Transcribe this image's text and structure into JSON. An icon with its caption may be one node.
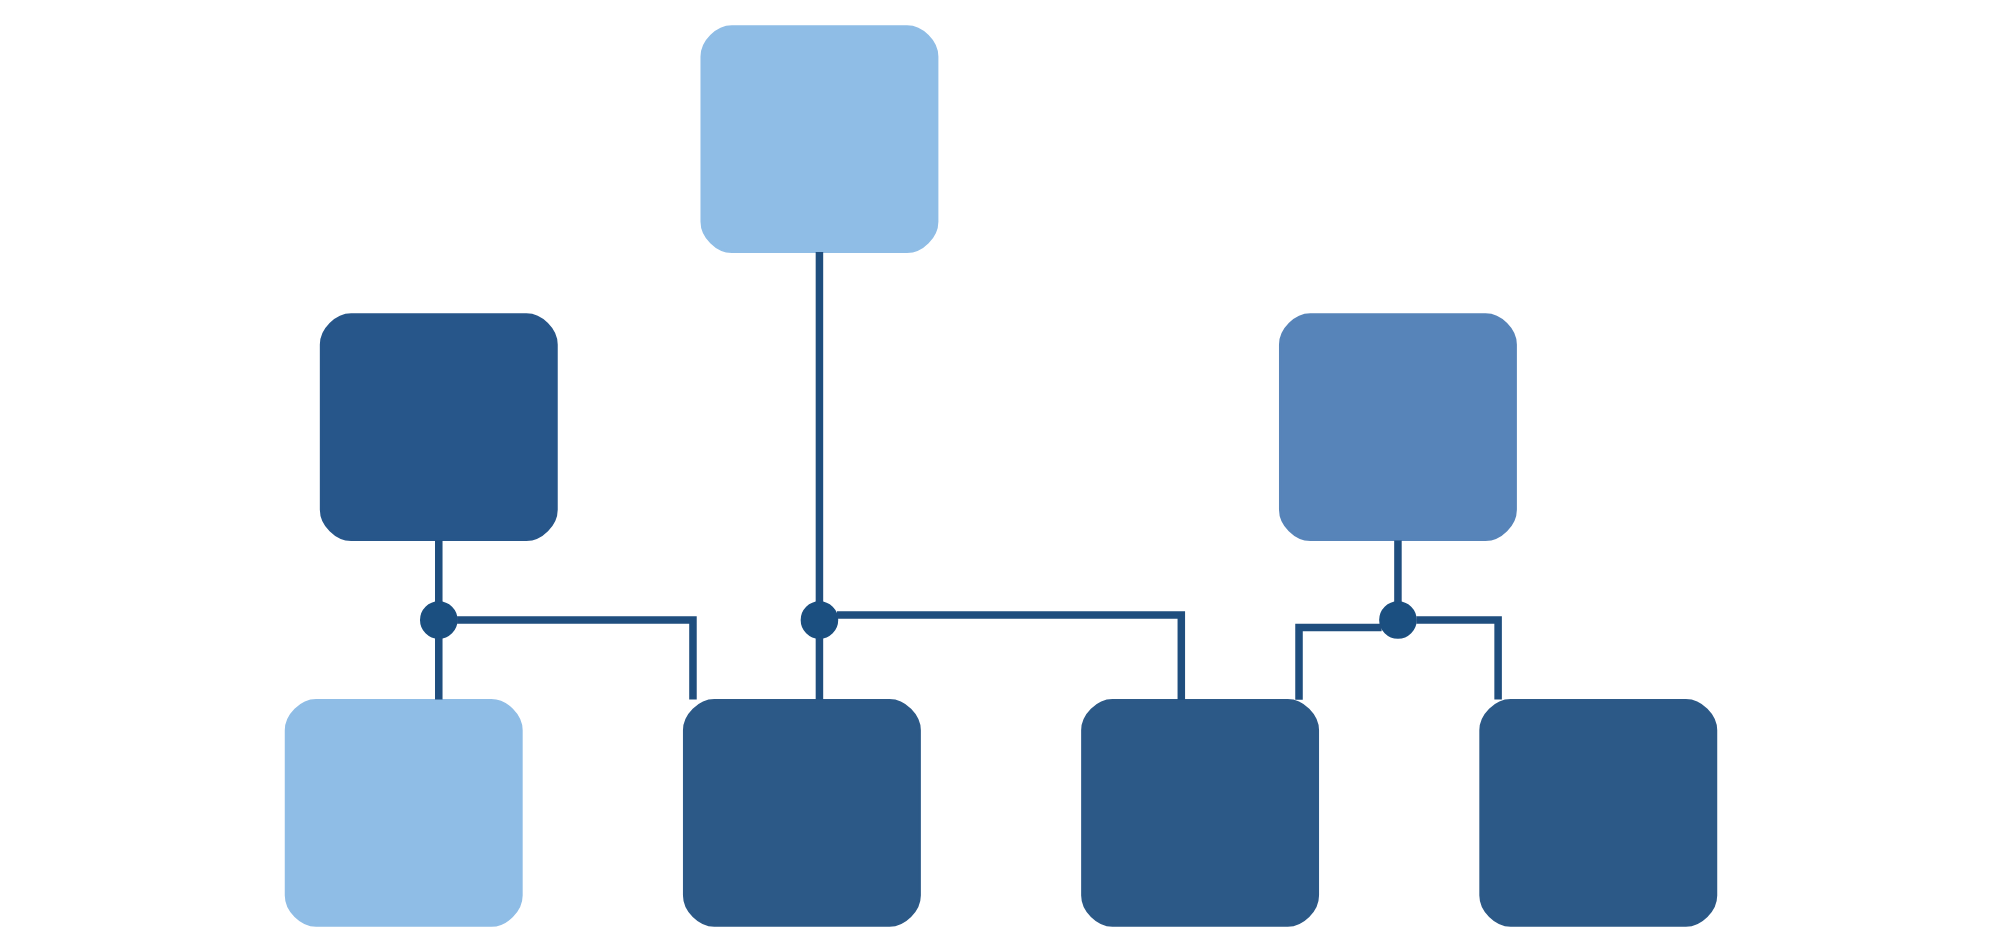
{
  "diagram": {
    "nodes": [
      {
        "text": [],
        "shape": "box"
      },
      {
        "text": [],
        "shape": "box"
      },
      {
        "text": [],
        "shape": "box"
      },
      {
        "text": [],
        "shape": "circle"
      },
      {
        "text": [],
        "shape": "circle"
      },
      {
        "text": [],
        "shape": "circle"
      },
      {
        "text": [],
        "shape": "box"
      },
      {
        "text": [],
        "shape": "box"
      },
      {
        "text": [],
        "shape": "box"
      },
      {
        "text": [],
        "shape": "box"
      }
    ],
    "edges": [
      {
        "from": 0,
        "to": 4,
        "arrow": "none"
      },
      {
        "from": 4,
        "to": 7,
        "arrow": "none"
      },
      {
        "from": 4,
        "to": 8,
        "arrow": "none"
      },
      {
        "from": 1,
        "to": 3,
        "arrow": "none"
      },
      {
        "from": 3,
        "to": 6,
        "arrow": "none"
      },
      {
        "from": 3,
        "to": 7,
        "arrow": "none"
      },
      {
        "from": 2,
        "to": 5,
        "arrow": "none"
      },
      {
        "from": 5,
        "to": 8,
        "arrow": "none"
      },
      {
        "from": 5,
        "to": 9,
        "arrow": "none"
      }
    ]
  }
}
